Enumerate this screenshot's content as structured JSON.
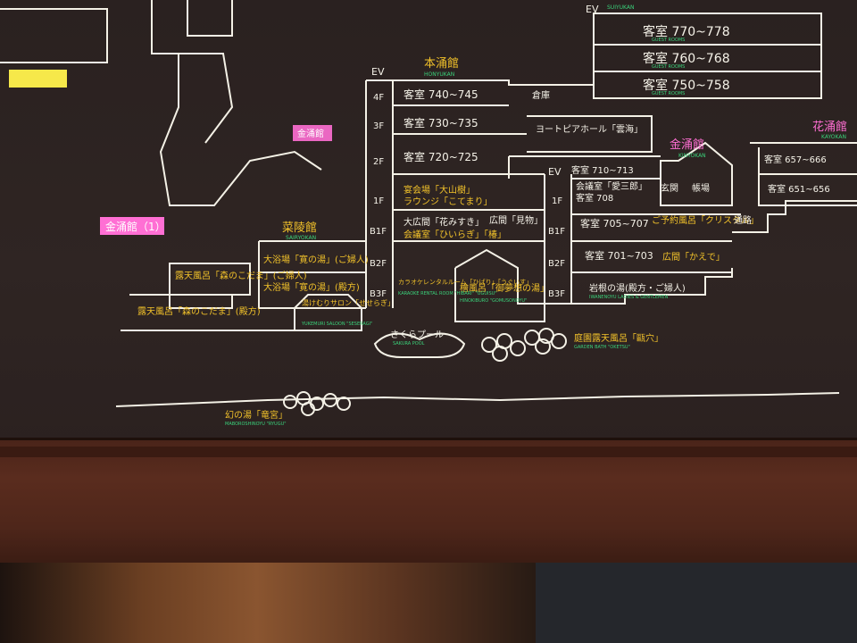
{
  "map": {
    "buildings": {
      "honyu": {
        "name": "本涌館",
        "romaji": "HONYUKAN"
      },
      "suiyu": {
        "romaji": "SUIYUKAN"
      },
      "kinyu": {
        "name": "金涌館",
        "romaji": "KINYOKAN"
      },
      "kayu": {
        "name": "花涌館",
        "romaji": "KAYOKAN"
      },
      "sairyo": {
        "name": "菜陵館",
        "romaji": "SAIRYOKAN"
      },
      "kinyu_left": {
        "name": "金涌館（1）"
      }
    },
    "ev_label": "EV",
    "floors": {
      "f4": "4F",
      "f3": "3F",
      "f2": "2F",
      "f1": "1F",
      "b1": "B1F",
      "b2": "B2F",
      "b3": "B3F"
    },
    "rooms": {
      "r770": "客室 770~778",
      "r760": "客室 760~768",
      "r750": "客室 750~758",
      "r740": "客室 740~745",
      "r730": "客室 730~735",
      "r720": "客室 720~725",
      "r710": "客室 710~713",
      "r708": "客室 708",
      "r705": "客室 705~707",
      "r701": "客室 701~703",
      "r657": "客室 657~666",
      "r651": "客室 651~656",
      "guest_rooms": "GUEST ROOMS"
    },
    "facilities": {
      "storage": "倉庫",
      "hall": "ヨートピアホール「雲海」",
      "oyamagi": "宴会場「大山樹」",
      "lounge": "ラウンジ「こてまり」",
      "hanamisaki": "大広間「花みすき」",
      "hiiragi": "会議室「ひいらぎ」「椿」",
      "hiroma_left": "広間「見物」",
      "aisansan": "会議室「愛三郎」",
      "genkan": "玄関",
      "front": "帳場",
      "crystal": "ご予約風呂「クリスタル」",
      "kaede": "広間「かえで」",
      "passage": "通路",
      "bath_men": "大浴場「寛の湯」(殿方)",
      "bath_ladies": "大浴場「寛の湯」(ご婦人)",
      "rotenburo_ladies": "露天風呂「森のこだま」(ご婦人)",
      "rotenburo_men": "露天風呂「森のこだま」(殿方)",
      "salon": "湯けむりサロン「せせらぎ」",
      "karaoke": "カラオケレンタルルーム「ひばり」「うぐいす」",
      "hinoki": "檜風呂「御夢想の湯」",
      "iwane": "岩根の湯(殿方・ご婦人)",
      "sakura": "さくらプール",
      "garden_bath": "庭園露天風呂「甌穴」",
      "maboroshi": "幻の湯「竜宮」",
      "kinyokan_tag": "金涌館"
    },
    "romaji": {
      "sakura": "SAKURA POOL",
      "garden": "GARDEN BATH \"OKETSU\"",
      "maboroshi": "MABOROSHINOYU \"RYUGU\"",
      "iwane": "IWANENOYU LADIES & GENTLEMEN",
      "salon": "YUKEMURI SALOON \"SESERAGI\"",
      "hinoki": "HINOKIBURO \"GOMUSONOYU\"",
      "karaoke": "KARAOKE RENTAL ROOM \"HIBARI\" \"UGUISU\""
    },
    "colors": {
      "line": "#f4f1e6",
      "label": "#f5f2e8",
      "accent_yellow": "#f2c22a",
      "accent_green": "#3ad17a",
      "accent_pink": "#ff6fd4"
    }
  }
}
